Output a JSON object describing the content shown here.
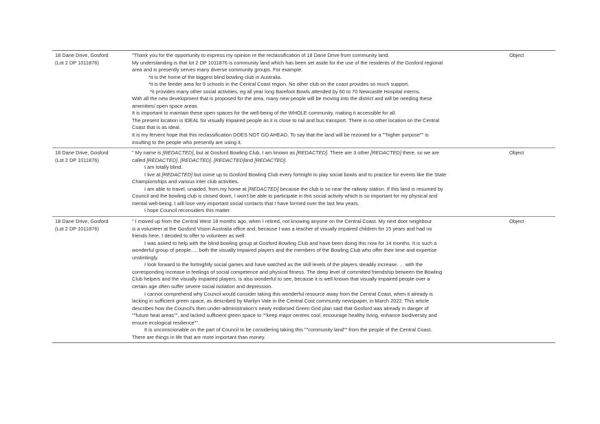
{
  "rows": [
    {
      "address": [
        "18 Dane Drive, Gosford",
        "(Lot 2 DP 1011876)"
      ],
      "position": "Object",
      "lines": [
        "\"Thank you for the opportunity to express my opinion re the reclassification of 18 Dane Drive from community land.",
        "My understanding is that lot 2 DP 1011876 is community land which has been set aside for the use of the residents of the Gosford regional",
        "area and is presently serves many diverse community groups. For example:",
        "*it is the home of the biggest blind bowling club in Australia.",
        "*it is the feeder area for 9 schools in the Central Coast region. No other club on the coast provides so much support.",
        "*it provides many other social activities, eg all year long Barefoot Bowls attended by 60 to 70 Newcastle Hospital interns.",
        "With all the new development that is proposed for the area, many new people will be moving into the district and will be needing these",
        "amenities/ open space areas.",
        "It is important to maintain these open spaces for the well-being of the WHOLE community, making it accessible for all.",
        "The present location is IDEAL for visually impaired people as it is close to rail and bus transport. There is no other location on the Central",
        "Coast that is as ideal.",
        "It is my fervent hope that this reclassification DOES NOT GO AHEAD. To say that the land will be rezoned for a \"\"higher purpose\"\" is",
        "insulting to the people who presently are using it."
      ]
    },
    {
      "address": [
        "18 Dane Drive, Gosford",
        "(Lot 2 DP 1011876)"
      ],
      "position": "Object",
      "r2": {
        "l1a": "\"    My name is ",
        "red": "[REDACTED]",
        "l1b": ", but at Gosford Bowling Club, I am known as ",
        "l1c": ". There are 3 other ",
        "l1d": " there, so we are",
        "l2a": "called ",
        "comma": ", ",
        "and": "and ",
        "dot": ".",
        "l3": "I am totally blind.",
        "l4": "I live at ",
        "l4b": " but come up to Gosford Bowling Club every fortnight to play social bowls and to practice for events like the State",
        "l5": "Championships and various inter club activities.",
        "l6a": "I am able to travel, unaided, from my home at ",
        "l6b": " because the club is so near the railway station. If this land is resumed by",
        "l7": "Council and the bowling club is closed down, I won't be able to participate in this social activity which is so important for my physical and",
        "l8": "mental well-being. I will lose very important social contacts that I have formed over the last few years.",
        "l9": "I hope Council reconsiders this matter."
      }
    },
    {
      "address": [
        "18 Dane Drive, Gosford",
        "(Lot 2 DP 1011876)"
      ],
      "position": "Object",
      "lines": [
        "\"    I moved up from the Central West 18 months ago, when I retired, not knowing anyone on the Central Coast. My next door neighbour",
        "is a volunteer at the Gosford Vision Australia office and, because I was a teacher of visually impaired children for 15 years and had no",
        "friends here, I decided to offer to volunteer as well.",
        "I was asked to help with the blind bowling group at Gosford Bowling Club and have been doing this now for 14 months. It is such a",
        "wonderful group of people..... both the visually impaired players and the members of the Bowling Club who offer their time and expertise",
        "unstintingly.",
        "I look forward to the fortnightly social games and have watched as the skill levels of the players steadily increase. ... with the",
        "corresponding increase in feelings of social competence and physical fitness. The deep level of committed friendship between the Bowling",
        "Club helpers and the visually impaired players, is also wonderful to see, because it is well known that visually impaired people over a",
        "certain age often suffer severe social isolation and depression.",
        "I cannot comprehend why Council would consider taking this wonderful resource away from the Central Coast, when it already is",
        "lacking in sufficient green space, as described by Marilyn Vale in the Central Cost community newspaper, in March 2022. This article",
        "describes how the Council's then under-administration's newly endorsed Green Grid plan said that Gosford was already in danger of",
        "\"\"future heat areas\"\", and lacked sufficient green space to \"\"keep major centres cool, encourage healthy living, enhance biodiversity and",
        "ensure ecological resilience\"\".",
        "It is unconscionable on the part of Council to be considering taking this \"\"community land\"\" from the people of the Central Coast.",
        "There are things in life that are more important than money."
      ]
    }
  ]
}
